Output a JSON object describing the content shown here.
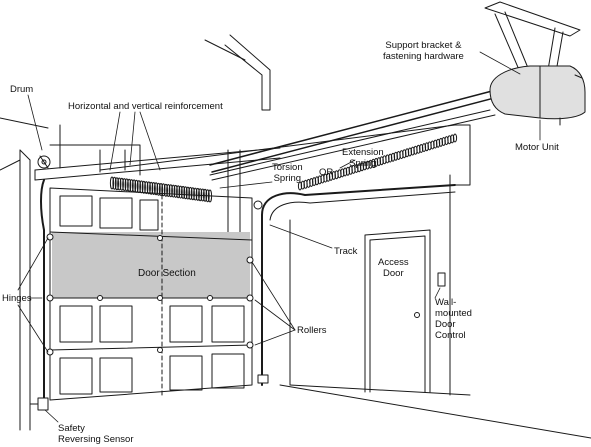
{
  "labels": {
    "support_bracket": [
      "Support bracket &",
      "fastening hardware"
    ],
    "drum": "Drum",
    "reinforcement": "Horizontal and vertical reinforcement",
    "motor_unit": "Motor Unit",
    "torsion_spring": [
      "Torsion",
      "Spring"
    ],
    "or": "OR",
    "extension_spring": [
      "Extension",
      "Spring"
    ],
    "track": "Track",
    "door_section": "Door Section",
    "access_door": [
      "Access",
      "Door"
    ],
    "hinges": "Hinges",
    "wall_control": [
      "Wall-",
      "mounted",
      "Door",
      "Control"
    ],
    "rollers": "Rollers",
    "safety_sensor": [
      "Safety",
      "Reversing Sensor"
    ]
  },
  "colors": {
    "line": "#1a1a1a",
    "door_section_fill": "#c8c8c8",
    "motor_fill": "#e0e0e0",
    "background": "#ffffff"
  }
}
